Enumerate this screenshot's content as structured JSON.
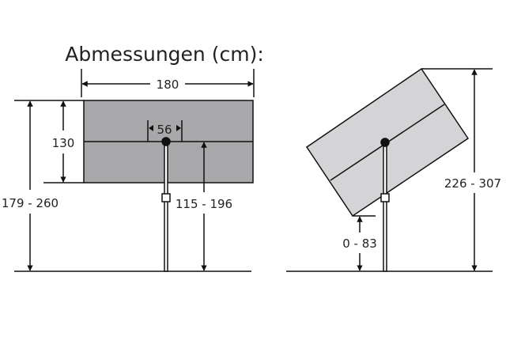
{
  "title": "Abmessungen (cm):",
  "front_view": {
    "width": "180",
    "height": "130",
    "total_height": "179 - 260",
    "pole_spacing": "56",
    "lower_edge_height": "115 - 196"
  },
  "tilted_view": {
    "total_height": "226 - 307",
    "lower_edge_height": "0 - 83"
  },
  "colors": {
    "panel_front": "#a8a8aa",
    "panel_tilted": "#d4d4d6",
    "line": "#111111"
  }
}
